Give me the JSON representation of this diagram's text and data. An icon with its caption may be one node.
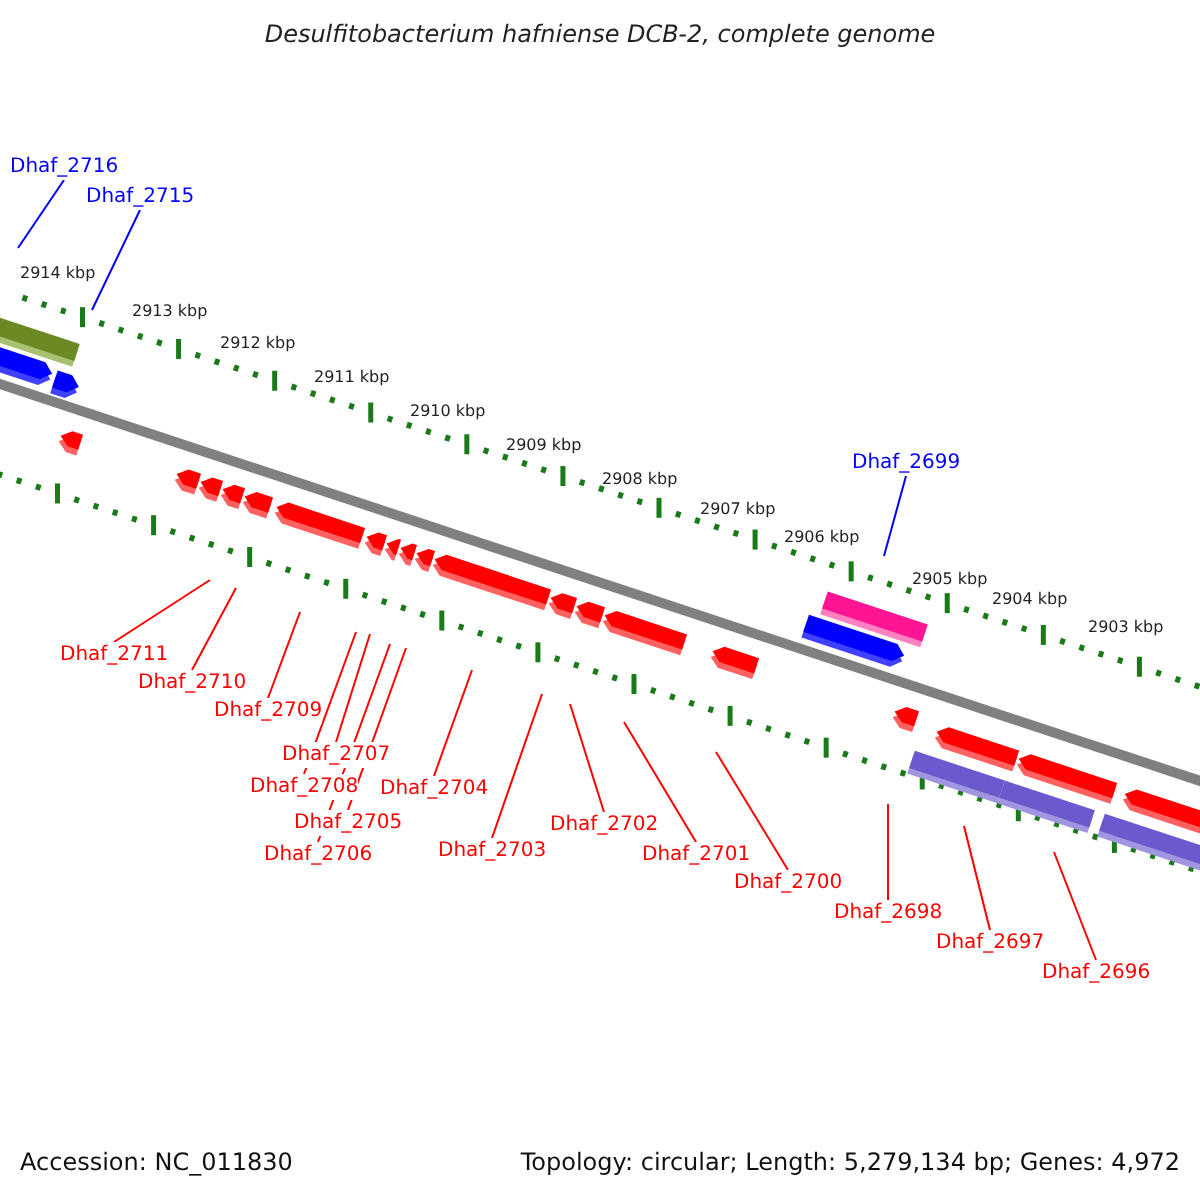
{
  "diagram": {
    "title": "Desulfitobacterium hafniense DCB-2, complete genome",
    "nodes": [
      {
        "text": [
          "Dhaf_2716"
        ]
      },
      {
        "text": [
          "Dhaf_2715"
        ]
      },
      {
        "text": [
          "Dhaf_2699"
        ]
      },
      {
        "text": [
          "Dhaf_2711"
        ]
      },
      {
        "text": [
          "Dhaf_2710"
        ]
      },
      {
        "text": [
          "Dhaf_2709"
        ]
      },
      {
        "text": [
          "Dhaf_2707"
        ]
      },
      {
        "text": [
          "Dhaf_2708"
        ]
      },
      {
        "text": [
          "Dhaf_2705"
        ]
      },
      {
        "text": [
          "Dhaf_2704"
        ]
      },
      {
        "text": [
          "Dhaf_2706"
        ]
      },
      {
        "text": [
          "Dhaf_2703"
        ]
      },
      {
        "text": [
          "Dhaf_2702"
        ]
      },
      {
        "text": [
          "Dhaf_2701"
        ]
      },
      {
        "text": [
          "Dhaf_2700"
        ]
      },
      {
        "text": [
          "Dhaf_2698"
        ]
      },
      {
        "text": [
          "Dhaf_2697"
        ]
      },
      {
        "text": [
          "Dhaf_2696"
        ]
      }
    ],
    "edges": [
      {
        "from": 0,
        "to": null,
        "arrow": "none",
        "color": "#0000ff"
      },
      {
        "from": 1,
        "to": null,
        "arrow": "none",
        "color": "#0000ff"
      },
      {
        "from": 2,
        "to": null,
        "arrow": "none",
        "color": "#0000ff"
      },
      {
        "from": 3,
        "to": null,
        "arrow": "none"
      },
      {
        "from": 4,
        "to": null,
        "arrow": "none"
      },
      {
        "from": 5,
        "to": null,
        "arrow": "none"
      },
      {
        "from": 6,
        "to": null,
        "arrow": "none"
      },
      {
        "from": 7,
        "to": null,
        "arrow": "none"
      },
      {
        "from": 8,
        "to": null,
        "arrow": "none"
      },
      {
        "from": 9,
        "to": null,
        "arrow": "none"
      },
      {
        "from": 10,
        "to": null,
        "arrow": "none"
      },
      {
        "from": 11,
        "to": null,
        "arrow": "none"
      },
      {
        "from": 12,
        "to": null,
        "arrow": "none"
      },
      {
        "from": 13,
        "to": null,
        "arrow": "none"
      },
      {
        "from": 14,
        "to": null,
        "arrow": "none"
      },
      {
        "from": 15,
        "to": null,
        "arrow": "none"
      },
      {
        "from": 16,
        "to": null,
        "arrow": "none"
      },
      {
        "from": 17,
        "to": null,
        "arrow": "none"
      }
    ],
    "labels": [
      "2914 kbp",
      "2913 kbp",
      "2912 kbp",
      "2911 kbp",
      "2910 kbp",
      "2909 kbp",
      "2908 kbp",
      "2907 kbp",
      "2906 kbp",
      "2905 kbp",
      "2904 kbp",
      "2903 kbp",
      "Accession: NC_011830",
      "Topology: circular; Length: 5,279,134 bp; Genes: 4,972"
    ]
  }
}
